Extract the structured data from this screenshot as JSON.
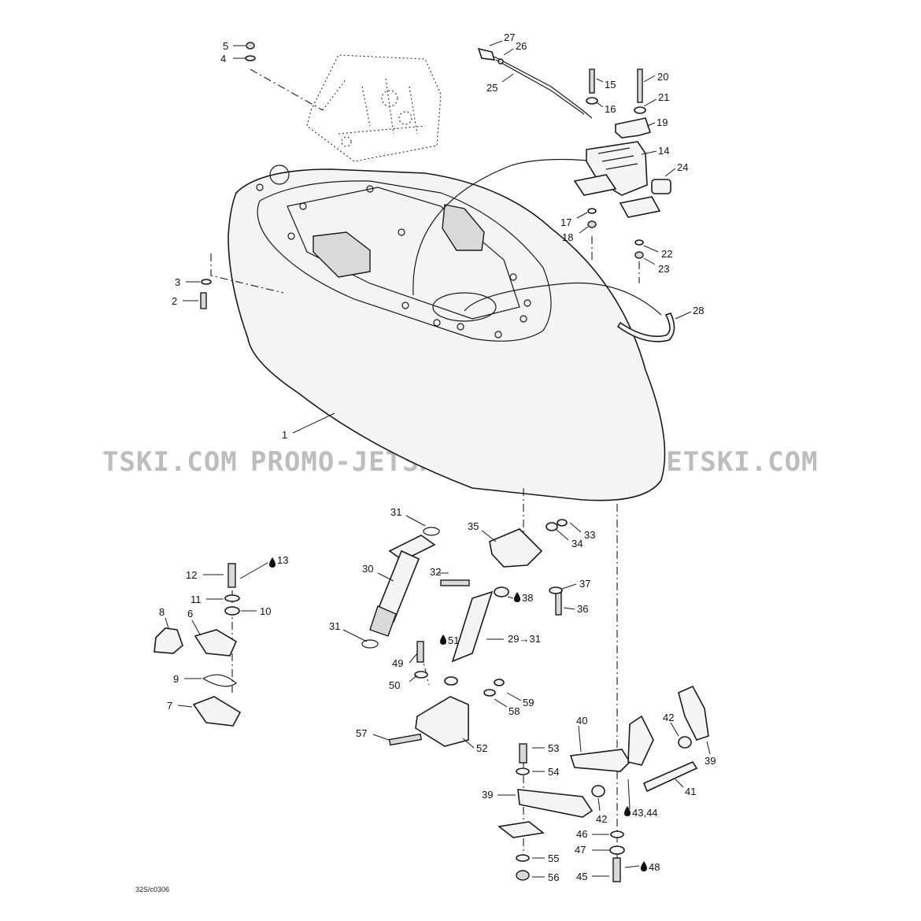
{
  "watermark": {
    "segments": [
      "TSKI.COM",
      "PROMO-JETSKI.COM",
      "PROMO-JETSKI.COM"
    ]
  },
  "reference_code": "32S/c0306",
  "callouts": {
    "c1": "1",
    "c2": "2",
    "c3": "3",
    "c4": "4",
    "c5": "5",
    "c6": "6",
    "c7": "7",
    "c8": "8",
    "c9": "9",
    "c10": "10",
    "c11": "11",
    "c12": "12",
    "c13": "13",
    "c14": "14",
    "c15": "15",
    "c16": "16",
    "c17": "17",
    "c18": "18",
    "c19": "19",
    "c20": "20",
    "c21": "21",
    "c22": "22",
    "c23": "23",
    "c24": "24",
    "c25": "25",
    "c26": "26",
    "c27": "27",
    "c28": "28",
    "c29": "29→31",
    "c30": "30",
    "c31a": "31",
    "c31b": "31",
    "c32": "32",
    "c33": "33",
    "c34": "34",
    "c35": "35",
    "c36": "36",
    "c37": "37",
    "c38": "38",
    "c39a": "39",
    "c39b": "39",
    "c40": "40",
    "c41": "41",
    "c42a": "42",
    "c42b": "42",
    "c43": "43,44",
    "c45": "45",
    "c46": "46",
    "c47": "47",
    "c48": "48",
    "c49": "49",
    "c50": "50",
    "c51": "51",
    "c52": "52",
    "c53": "53",
    "c54": "54",
    "c55": "55",
    "c56": "56",
    "c57": "57",
    "c58": "58",
    "c59": "59"
  },
  "icons": {
    "adhesive_drop": "drop-icon"
  }
}
